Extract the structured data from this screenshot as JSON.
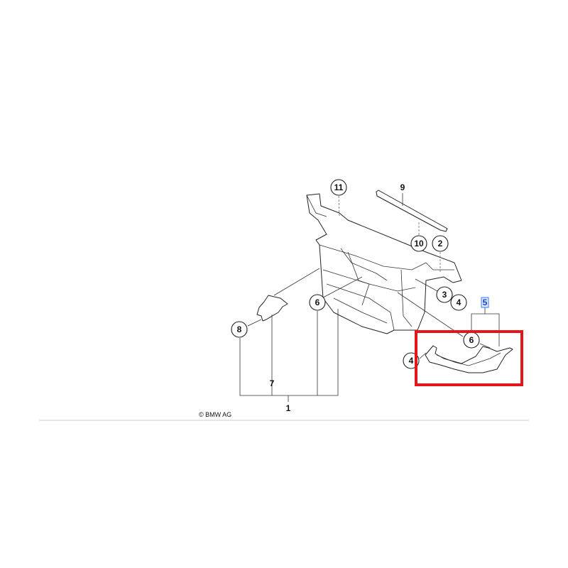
{
  "diagram": {
    "callouts": [
      {
        "id": "callout-11",
        "label": "11",
        "circled": true
      },
      {
        "id": "callout-9",
        "label": "9",
        "circled": false
      },
      {
        "id": "callout-10",
        "label": "10",
        "circled": true
      },
      {
        "id": "callout-2",
        "label": "2",
        "circled": true
      },
      {
        "id": "callout-3",
        "label": "3",
        "circled": true
      },
      {
        "id": "callout-4-top",
        "label": "4",
        "circled": true
      },
      {
        "id": "callout-5",
        "label": "5",
        "circled": false,
        "highlighted": true
      },
      {
        "id": "callout-6-left",
        "label": "6",
        "circled": true
      },
      {
        "id": "callout-8",
        "label": "8",
        "circled": true
      },
      {
        "id": "callout-7",
        "label": "7",
        "circled": false
      },
      {
        "id": "callout-1",
        "label": "1",
        "circled": false
      },
      {
        "id": "callout-6-right",
        "label": "6",
        "circled": true
      },
      {
        "id": "callout-4-bottom",
        "label": "4",
        "circled": true
      }
    ],
    "copyright": "© BMW AG",
    "highlight_box_color": "#e3161b",
    "selection_color": "#3a7bff"
  }
}
